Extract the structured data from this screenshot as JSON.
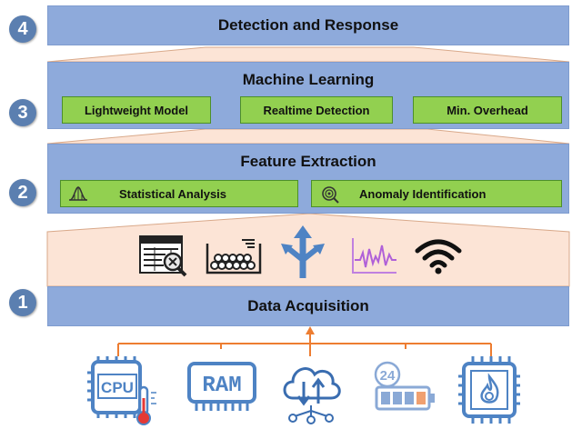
{
  "layers": [
    {
      "number": "4",
      "title": "Detection and Response"
    },
    {
      "number": "3",
      "title": "Machine Learning",
      "items": [
        "Lightweight Model",
        "Realtime Detection",
        "Min. Overhead"
      ]
    },
    {
      "number": "2",
      "title": "Feature Extraction",
      "items": [
        "Statistical Analysis",
        "Anomaly Identification"
      ]
    },
    {
      "number": "1",
      "title": "Data Acquisition"
    }
  ],
  "middle_icons": [
    "report-search-icon",
    "memory-graph-icon",
    "split-arrows-icon",
    "signal-waveform-icon",
    "wifi-icon"
  ],
  "sources": [
    {
      "icon": "cpu-temperature-icon",
      "label": "CPU"
    },
    {
      "icon": "ram-icon",
      "label": "RAM"
    },
    {
      "icon": "cloud-network-icon"
    },
    {
      "icon": "battery-24-icon",
      "label": "24"
    },
    {
      "icon": "chip-flame-icon"
    }
  ],
  "colors": {
    "layer_bar": "#8eaadb",
    "green_box": "#92d050",
    "number_circle": "#5b7fb0",
    "trapezoid": "#fce4d6",
    "connector": "#ed7d31",
    "icon_blue": "#4e83c4"
  }
}
